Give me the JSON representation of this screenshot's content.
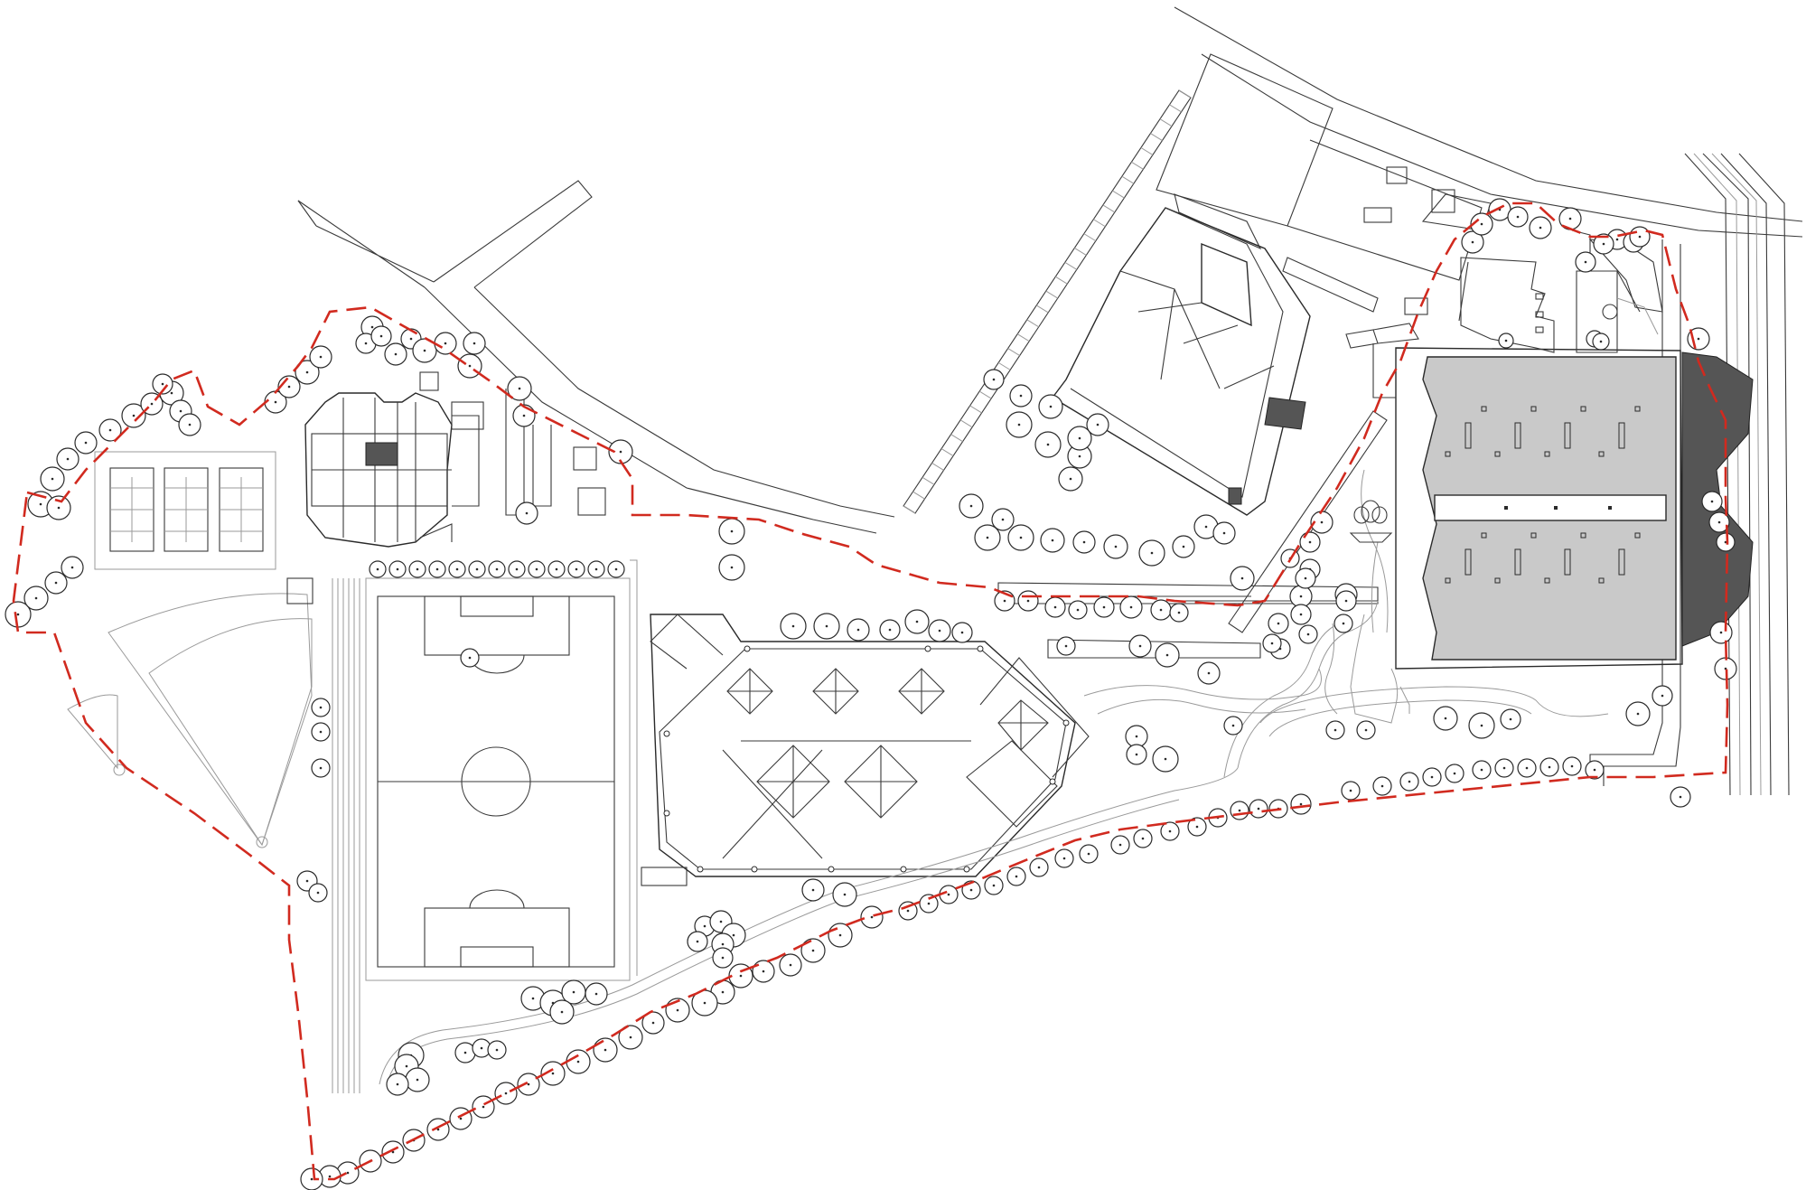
{
  "drawing": {
    "kind": "site-plan",
    "colors": {
      "background": "#ffffff",
      "linework": "#3a3a3a",
      "boundary": "#d12a1f",
      "roof_fill": "#c9c9c9",
      "dark_landscape": "#555555"
    },
    "elements": [
      "property-boundary",
      "tennis-courts",
      "football-pitch",
      "athletics-track",
      "baseball-field",
      "octagonal-hall",
      "central-building",
      "parking-areas",
      "large-sports-hall",
      "access-roads",
      "trees",
      "footpaths"
    ]
  }
}
